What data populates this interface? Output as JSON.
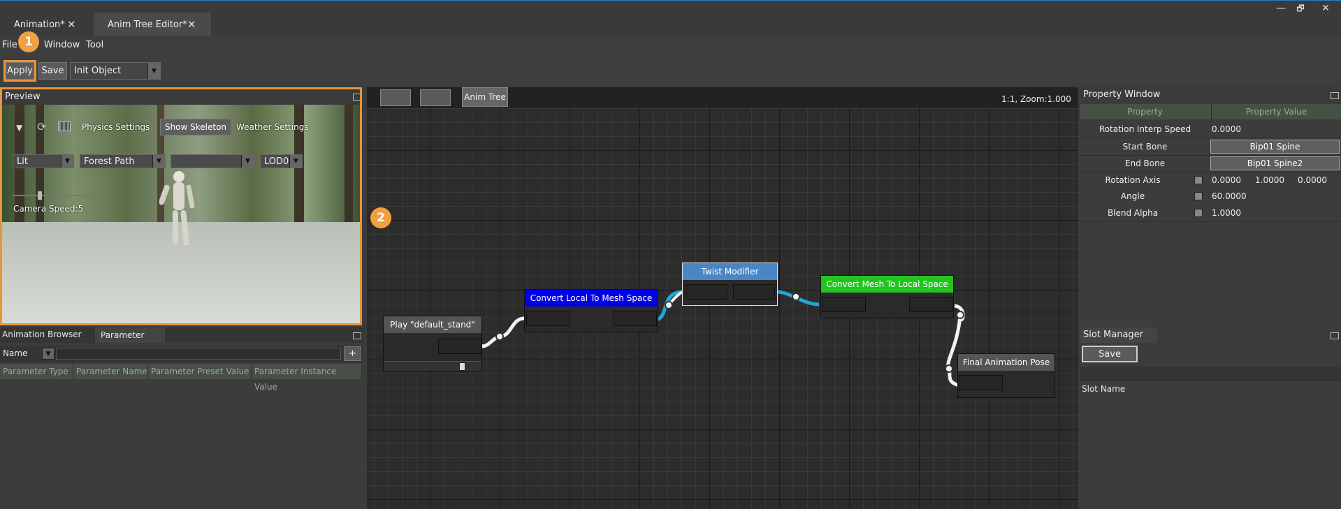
{
  "tabs": [
    {
      "label": "Animation*"
    },
    {
      "label": "Anim Tree Editor*"
    }
  ],
  "window_controls": {
    "minimize": "—",
    "restore": "🗗",
    "close": "✕"
  },
  "menu": {
    "file": "File",
    "window": "Window",
    "tool": "Tool"
  },
  "badges": {
    "one": "1",
    "two": "2"
  },
  "toolbar": {
    "apply": "Apply",
    "save": "Save",
    "object_combo": "Init Object"
  },
  "preview": {
    "title": "Preview",
    "physics": "Physics Settings",
    "skeleton": "Show Skeleton",
    "weather": "Weather Settings",
    "lit": "Lit",
    "forest": "Forest Path",
    "empty": "",
    "lod": "LOD0",
    "camera_speed": "Camera Speed:5"
  },
  "browser": {
    "tab_animation": "Animation Browser",
    "tab_parameter": "Parameter",
    "name_label": "Name",
    "plus": "+",
    "columns": [
      "Parameter Type",
      "Parameter Name",
      "Parameter Preset Value",
      "Parameter Instance Value"
    ]
  },
  "graph": {
    "anim_tree_btn": "Anim Tree",
    "zoom": "1:1, Zoom:1.000",
    "nodes": {
      "play": "Play \"default_stand\"",
      "convert_l2m": "Convert Local To Mesh Space",
      "twist": "Twist Modifier",
      "convert_m2l": "Convert Mesh To Local Space",
      "final": "Final Animation Pose"
    },
    "colors": {
      "link": "#22a6d8",
      "l2m": "#0000e8",
      "twist": "#4a86c6",
      "m2l": "#22c41e",
      "final": "#555555"
    }
  },
  "property": {
    "title": "Property Window",
    "col_property": "Property",
    "col_value": "Property Value",
    "rows": {
      "interp_speed": {
        "name": "Rotation Interp Speed",
        "value": "0.0000"
      },
      "start_bone": {
        "name": "Start Bone",
        "value": "Bip01 Spine"
      },
      "end_bone": {
        "name": "End Bone",
        "value": "Bip01 Spine2"
      },
      "rot_axis": {
        "name": "Rotation Axis",
        "x": "0.0000",
        "y": "1.0000",
        "z": "0.0000"
      },
      "angle": {
        "name": "Angle",
        "value": "60.0000"
      },
      "blend_alpha": {
        "name": "Blend Alpha",
        "value": "1.0000"
      }
    }
  },
  "slot": {
    "title": "Slot Manager",
    "save": "Save",
    "slot_name": "Slot Name"
  }
}
